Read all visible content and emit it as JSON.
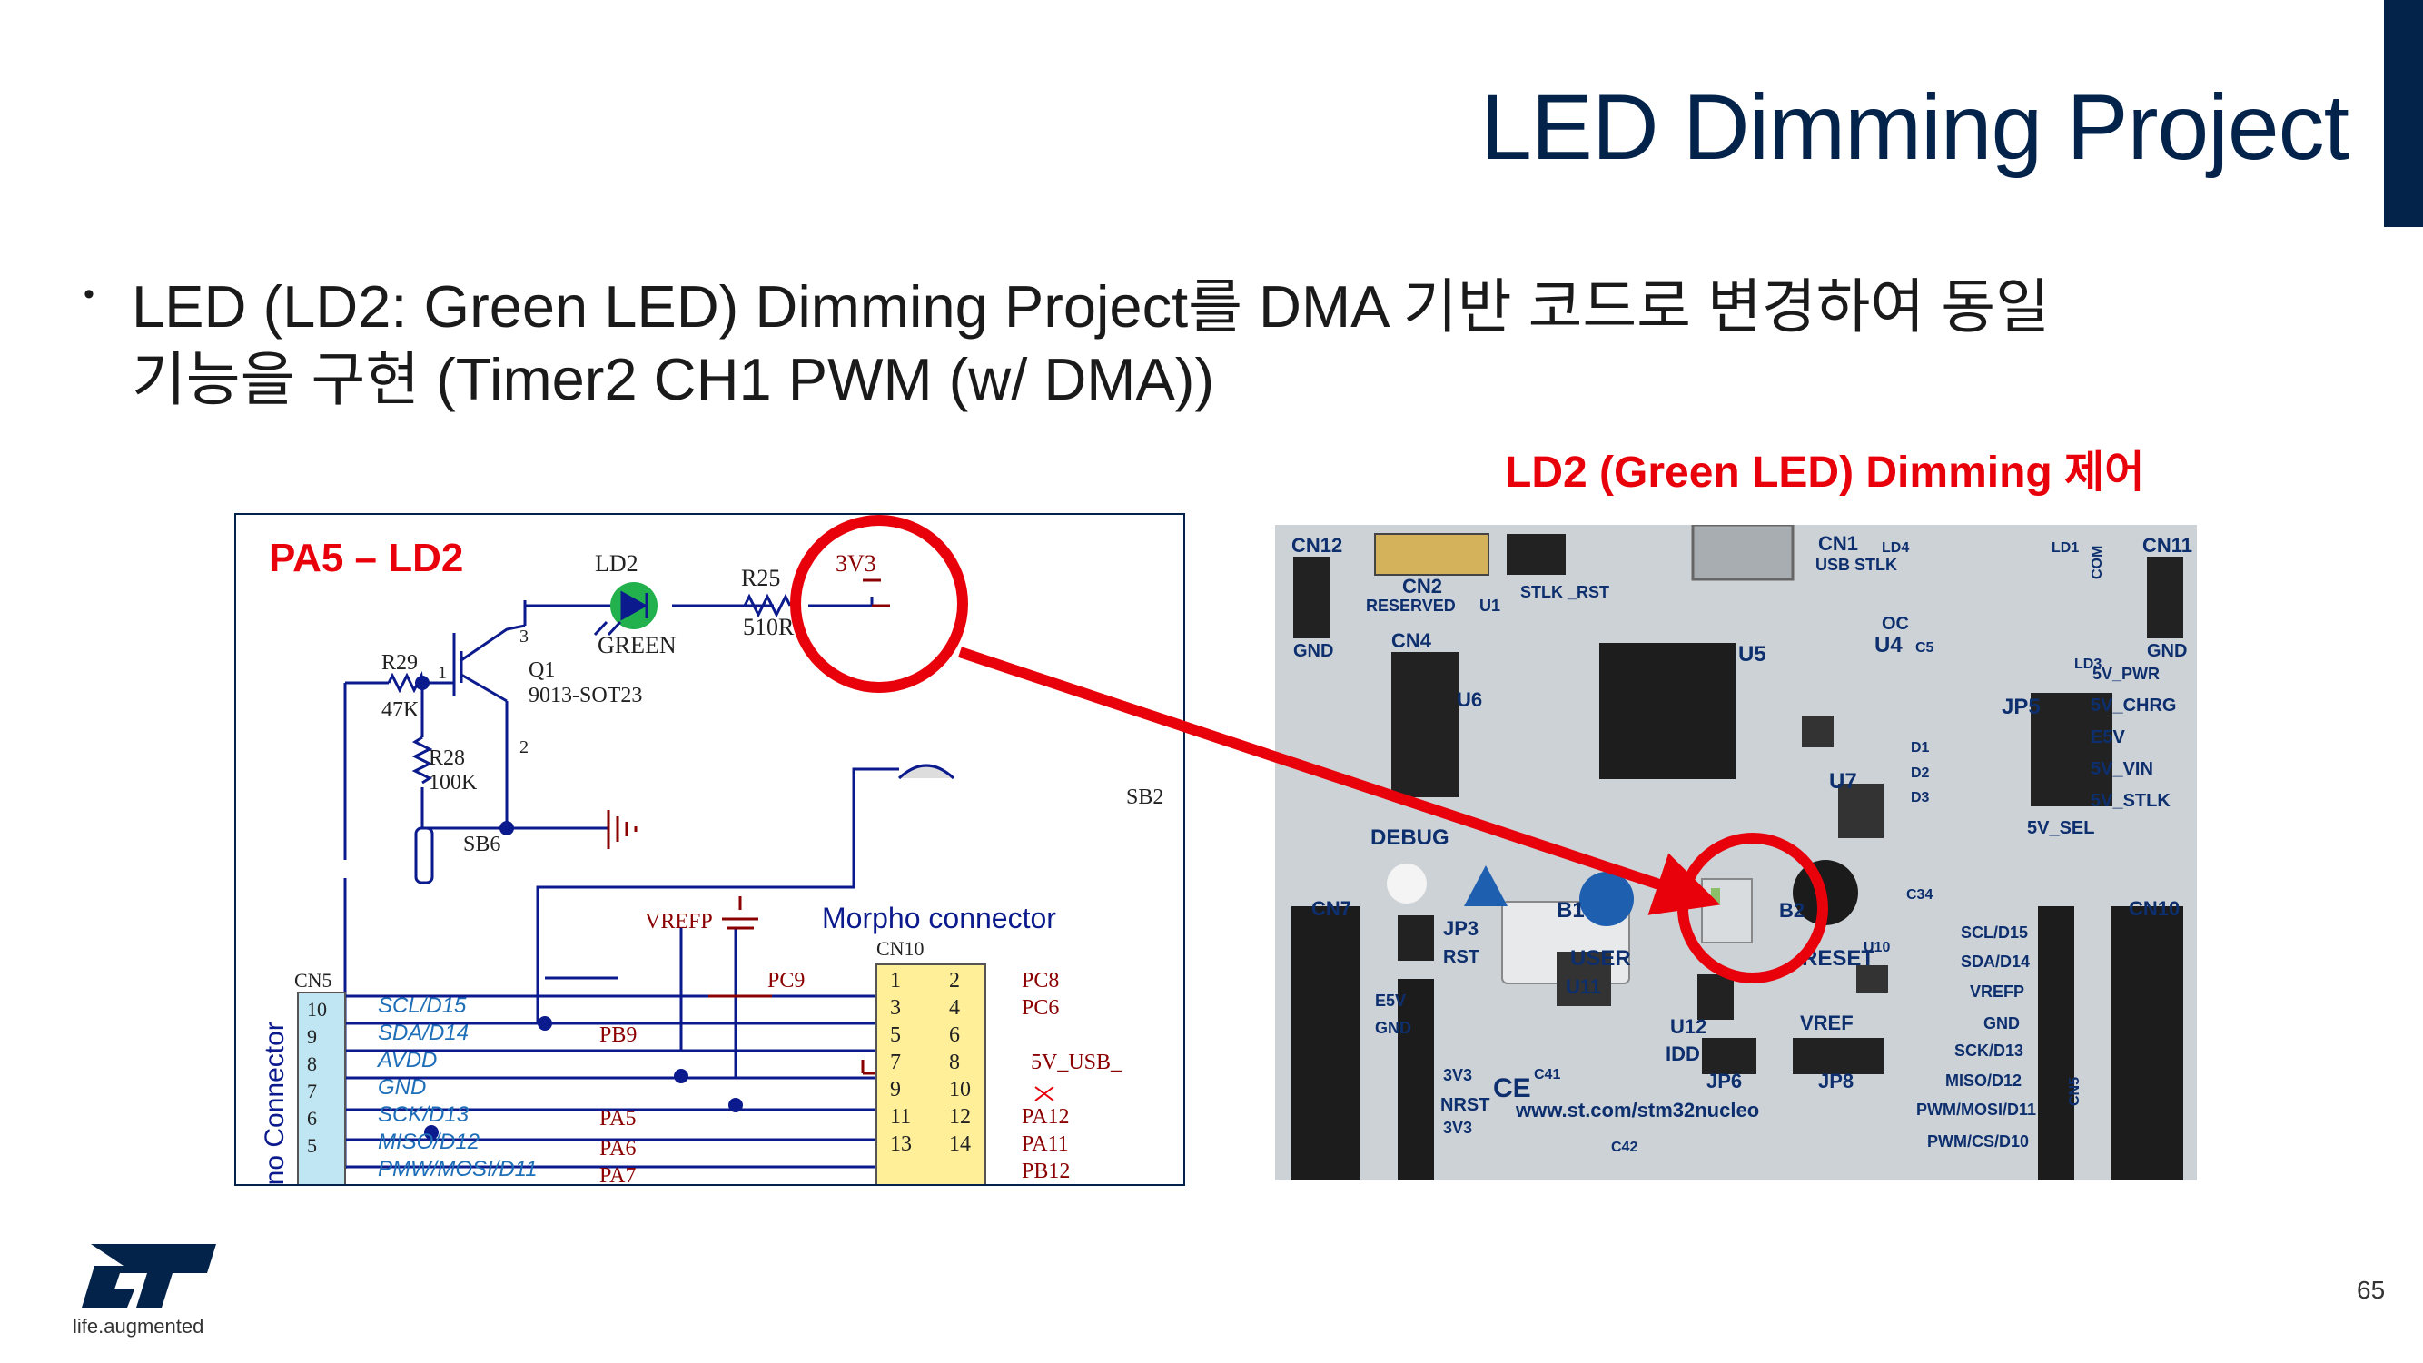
{
  "slide": {
    "title": "LED Dimming Project",
    "bullet_line1": "LED (LD2: Green LED) Dimming Project를 DMA 기반 코드로 변경하여 동일",
    "bullet_line2": "기능을 구현 (Timer2 CH1 PWM (w/ DMA))",
    "photo_caption": "LD2 (Green LED) Dimming 제어",
    "page_number": "65",
    "brand_tagline": "life.augmented",
    "colors": {
      "navy": "#03234b",
      "red": "#e8000a",
      "wire": "#0b1a8c",
      "pcb": "#c9ced3"
    }
  },
  "schematic": {
    "heading": "PA5 – LD2",
    "led_ref": "LD2",
    "led_color": "GREEN",
    "r25": "R25",
    "r25_val": "510R",
    "supply": "3V3",
    "r29": "R29",
    "r29_val": "47K",
    "r28": "R28",
    "r28_val": "100K",
    "q1": "Q1",
    "q1_val": "9013-SOT23",
    "q_pin1": "1",
    "q_pin2": "2",
    "q_pin3": "3",
    "sb6": "SB6",
    "sb2": "SB2",
    "vrefp": "VREFP",
    "morpho_title": "Morpho connector",
    "cn10": "CN10",
    "cn5": "CN5",
    "arduino_label": "ino Connector",
    "cn5_pins": [
      {
        "num": "10",
        "sig": "SCL/D15"
      },
      {
        "num": "9",
        "sig": "SDA/D14"
      },
      {
        "num": "8",
        "sig": "AVDD"
      },
      {
        "num": "7",
        "sig": "GND"
      },
      {
        "num": "6",
        "sig": "SCK/D13"
      },
      {
        "num": "5",
        "sig": "MISO/D12"
      },
      {
        "num": "",
        "sig": "PMW/MOSI/D11"
      }
    ],
    "net_pc9": "PC9",
    "net_pb9": "PB9",
    "net_pa5": "PA5",
    "net_pa6": "PA6",
    "net_pa7": "PA7",
    "morpho_rows": [
      {
        "l": "1",
        "r": "2",
        "net": "PC8"
      },
      {
        "l": "3",
        "r": "4",
        "net": "PC6"
      },
      {
        "l": "5",
        "r": "6",
        "net": ""
      },
      {
        "l": "7",
        "r": "8",
        "net": "5V_USB_"
      },
      {
        "l": "9",
        "r": "10",
        "net": ""
      },
      {
        "l": "11",
        "r": "12",
        "net": "PA12"
      },
      {
        "l": "13",
        "r": "14",
        "net": "PA11"
      },
      {
        "l": "",
        "r": "",
        "net": "PB12"
      }
    ]
  },
  "board": {
    "labels": {
      "cn12": "CN12",
      "gnd_a": "GND",
      "cn2": "CN2",
      "reserved": "RESERVED",
      "u1": "U1",
      "stlk_rst": "STLK _RST",
      "cn1": "CN1",
      "usb_stlk": "USB STLK",
      "ld4": "LD4",
      "ld1": "LD1",
      "com": "COM",
      "cn11": "CN11",
      "gnd_b": "GND",
      "cn4": "CN4",
      "u5": "U5",
      "u6": "U6",
      "oc": "OC",
      "u4": "U4",
      "c5": "C5",
      "ld3": "LD3",
      "5v_pwr": "5V_PWR",
      "jp5": "JP5",
      "5v_chrg": "5V_CHRG",
      "e5v": "E5V",
      "5v_vin": "5V_VIN",
      "5v_stlk": "5V_STLK",
      "5v_sel": "5V_SEL",
      "debug": "DEBUG",
      "u7": "U7",
      "d1": "D1",
      "d2": "D2",
      "d3": "D3",
      "cn7": "CN7",
      "b1": "B1",
      "user": "USER",
      "b2": "B2",
      "reset": "RESET",
      "cn10": "CN10",
      "jp3": "JP3",
      "rst": "RST",
      "u11": "U11",
      "u12": "U12",
      "idd": "IDD",
      "jp6": "JP6",
      "vref": "VREF",
      "jp8": "JP8",
      "e5v_b": "E5V",
      "gnd_c": "GND",
      "3v3_a": "3V3",
      "nrst": "NRST",
      "3v3_b": "3V3",
      "url": "www.st.com/stm32nucleo",
      "scl_d15": "SCL/D15",
      "sda_d14": "SDA/D14",
      "vrefp": "VREFP",
      "gnd_d": "GND",
      "sck_d13": "SCK/D13",
      "miso_d12": "MISO/D12",
      "pwm_mosi_d11": "PWM/MOSI/D11",
      "pwm_cs_d10": "PWM/CS/D10",
      "u10": "U10",
      "c34": "C34",
      "cn5": "CN5",
      "c41": "C41",
      "c42": "C42",
      "ce": "CE"
    }
  }
}
